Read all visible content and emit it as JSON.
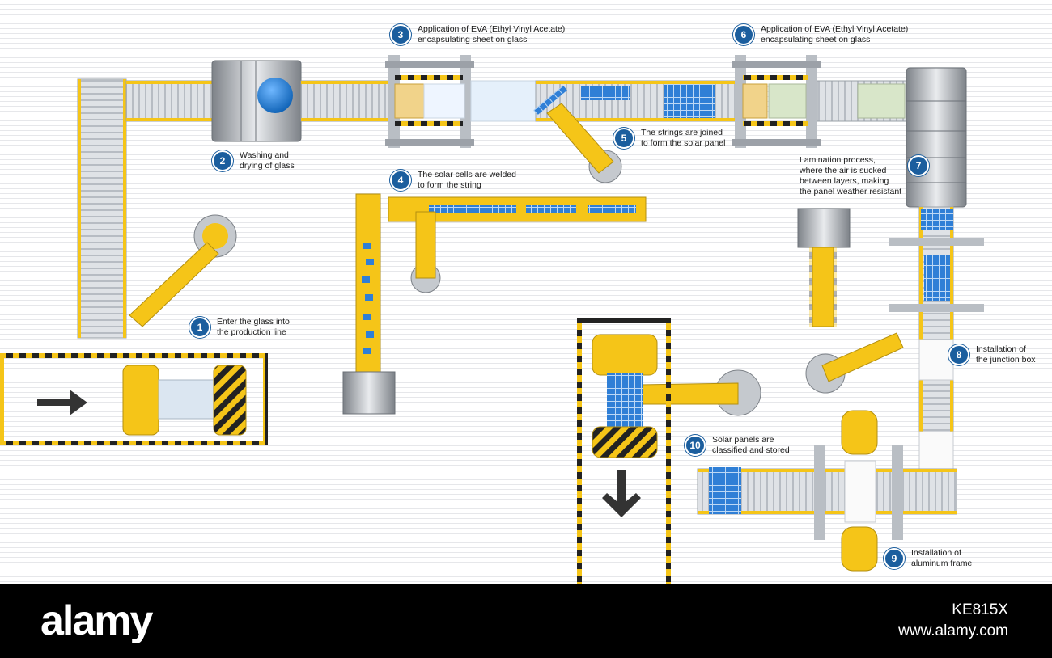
{
  "steps": [
    {
      "num": "1",
      "text": "Enter the glass into\nthe production line"
    },
    {
      "num": "2",
      "text": "Washing and\ndrying of glass"
    },
    {
      "num": "3",
      "text": "Application of EVA (Ethyl Vinyl Acetate)\nencapsulating sheet on glass"
    },
    {
      "num": "4",
      "text": "The solar cells are welded\nto form the string"
    },
    {
      "num": "5",
      "text": "The strings are joined\nto form the solar panel"
    },
    {
      "num": "6",
      "text": "Application of EVA (Ethyl Vinyl Acetate)\nencapsulating sheet on glass"
    },
    {
      "num": "7",
      "text": "Lamination process,\nwhere the air is sucked\nbetween layers, making\nthe panel weather resistant"
    },
    {
      "num": "8",
      "text": "Installation of\nthe junction box"
    },
    {
      "num": "9",
      "text": "Installation of\naluminum frame"
    },
    {
      "num": "10",
      "text": "Solar panels are\nclassified and stored"
    }
  ],
  "colors": {
    "machine_yellow": "#f5c518",
    "badge_blue": "#1b5e9e",
    "cell_blue": "#2f7fd6",
    "hazard_black": "#222222"
  },
  "icons": [
    "arrow-right-icon",
    "arrow-down-icon",
    "robot-arm-icon",
    "washing-drum-icon",
    "laminator-icon"
  ],
  "footer": {
    "brand": "alamy",
    "image_id": "KE815X",
    "site": "www.alamy.com"
  }
}
